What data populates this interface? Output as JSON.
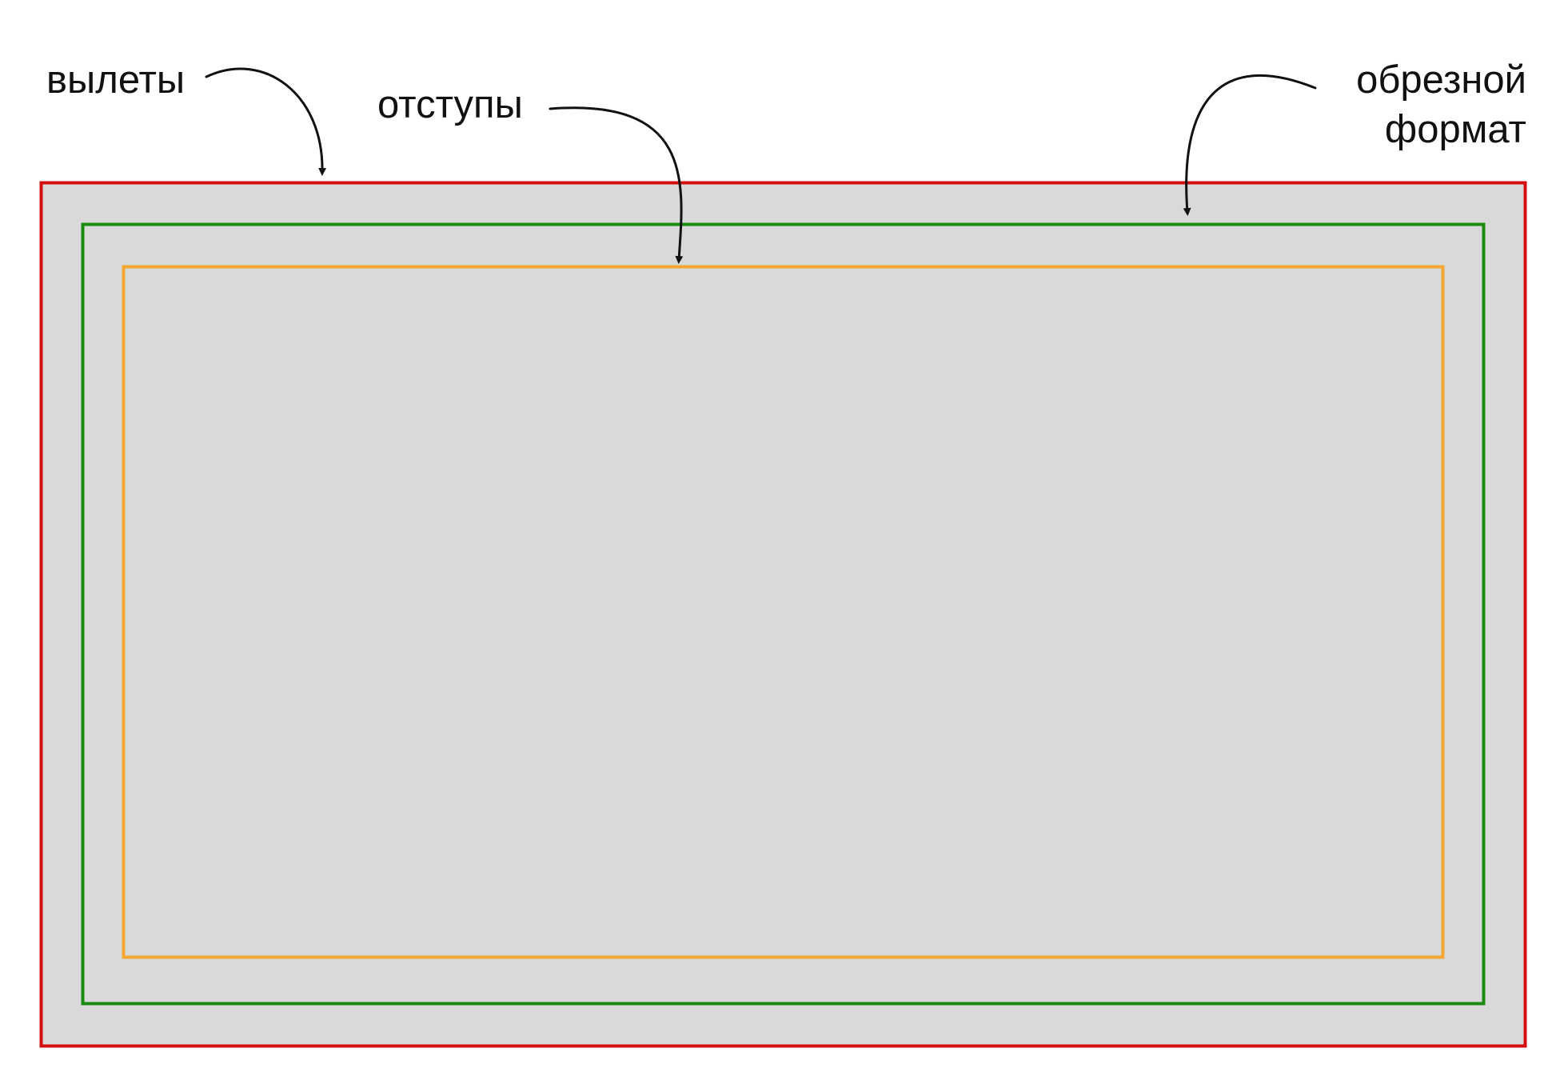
{
  "labels": {
    "bleed": "вылеты",
    "margins": "отступы",
    "trim_line1": "обрезной",
    "trim_line2": "формат"
  },
  "colors": {
    "background": "#ffffff",
    "sheet_fill": "#d9d9d9",
    "bleed_border": "#d40f0f",
    "trim_border": "#1a8a12",
    "margin_border": "#f5a631",
    "annotation": "#111111"
  }
}
